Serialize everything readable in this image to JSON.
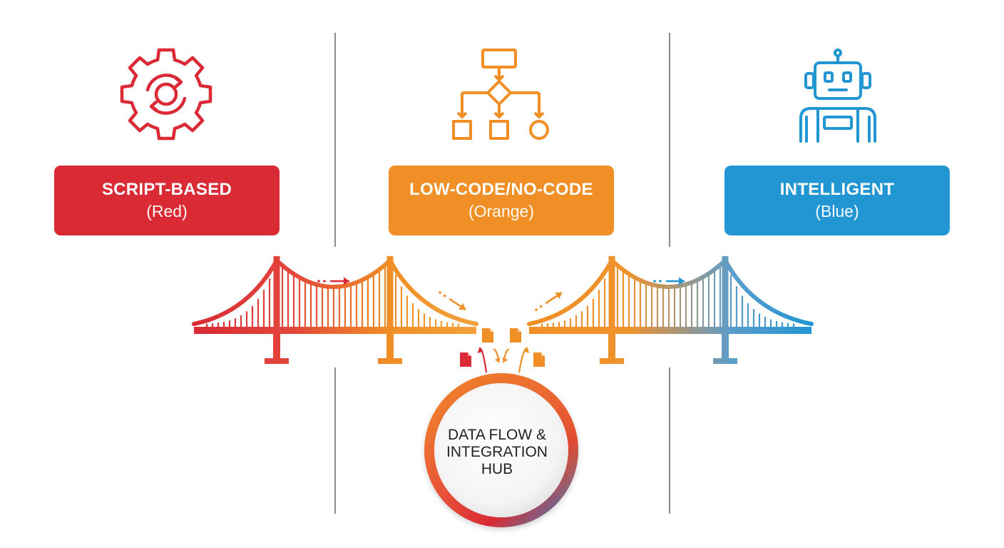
{
  "stages": [
    {
      "id": "script",
      "title": "SCRIPT-BASED",
      "subtitle": "(Red)",
      "color": "#d92a35",
      "icon": "gear-refresh-icon"
    },
    {
      "id": "lowcode",
      "title": "LOW-CODE/NO-CODE",
      "subtitle": "(Orange)",
      "color": "#f08f25",
      "icon": "flowchart-icon"
    },
    {
      "id": "intelligent",
      "title": "INTELLIGENT",
      "subtitle": "(Blue)",
      "color": "#2196d3",
      "icon": "robot-icon"
    }
  ],
  "hub": {
    "label": "DATA FLOW & INTEGRATION HUB"
  },
  "colors": {
    "red": "#d92a35",
    "orange": "#f08f25",
    "blue": "#2196d3",
    "divider": "#8a8a8a"
  }
}
